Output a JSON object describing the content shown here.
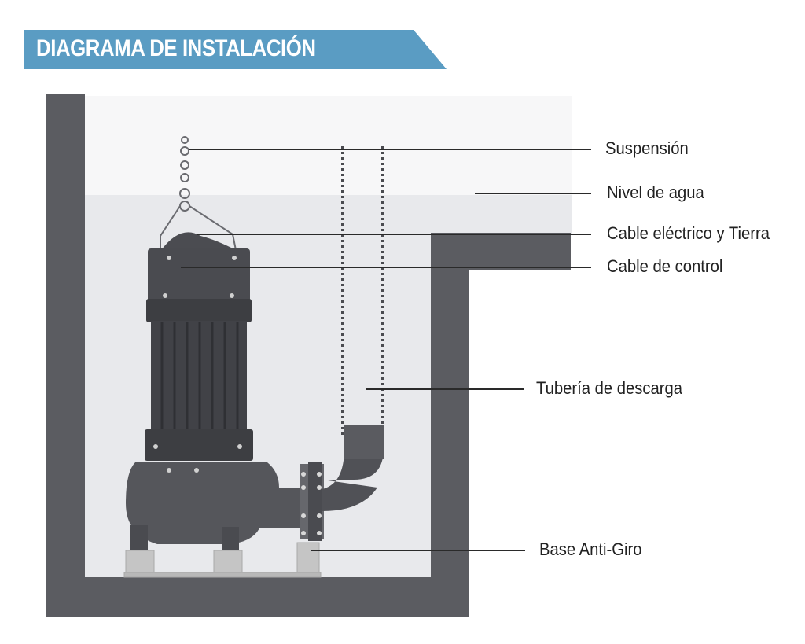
{
  "header": {
    "title": "DIAGRAMA DE INSTALACIÓN",
    "banner_color": "#5a9cc3"
  },
  "labels": {
    "suspension": "Suspensión",
    "water_level": "Nivel de agua",
    "power_cable": "Cable eléctrico y Tierra",
    "control_cable": "Cable de control",
    "discharge_pipe": "Tubería de descarga",
    "anti_twist_base": "Base Anti-Giro"
  },
  "colors": {
    "wall": "#5b5c61",
    "water": "#e8e9ec",
    "pump_dark": "#3d3e42",
    "pump_mid": "#55565b",
    "base": "#c5c5c5",
    "leader_line": "#2a2a2a"
  }
}
